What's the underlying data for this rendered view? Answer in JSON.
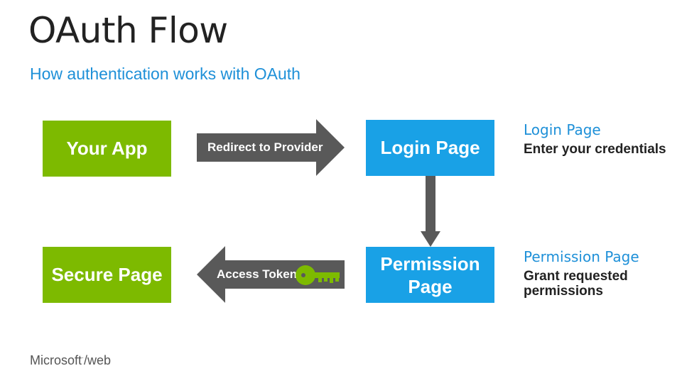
{
  "title": "OAuth Flow",
  "subtitle": "How authentication works with OAuth",
  "boxes": {
    "your_app": "Your App",
    "secure_page": "Secure Page",
    "login_page": "Login Page",
    "permission_page_line1": "Permission",
    "permission_page_line2": "Page"
  },
  "arrows": {
    "redirect": "Redirect to Provider",
    "access_token": "Access Token"
  },
  "side_notes": {
    "login_heading": "Login Page",
    "login_body": "Enter your credentials",
    "permission_heading": "Permission Page",
    "permission_body_line1": "Grant requested",
    "permission_body_line2": "permissions"
  },
  "footer": {
    "brand": "Microsoft",
    "suffix": "/web"
  },
  "colors": {
    "green": "#7dba00",
    "blue": "#19a1e6",
    "arrow_gray": "#595959",
    "title_blue": "#1e90d8"
  },
  "icons": [
    "key-icon"
  ]
}
